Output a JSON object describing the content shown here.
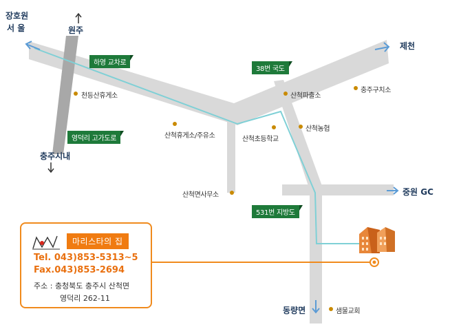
{
  "colors": {
    "road": "#d9d9d9",
    "expressway": "#a8a8a8",
    "route": "#7fd0d6",
    "arrow": "#5b9bd5",
    "road_tag": "#1e7a3a",
    "accent": "#f07b11",
    "place_dot": "#c98a00"
  },
  "directions": {
    "janghowon": "장호원",
    "seoul": "서  울",
    "wonju": "원주",
    "jecheon": "제천",
    "chungju_city": "충주시내",
    "jungwon_gc": "중원 GC",
    "dongnyang": "동량면"
  },
  "road_tags": {
    "haeyoung_bridge": "하영 교차로",
    "route38": "38번 국도",
    "yeongdeok_overpass": "영덕리 고가도로",
    "route531": "531번 지방도"
  },
  "places": {
    "cheondeung_rest": "천등산휴게소",
    "sancheok_rest_gas": "산척휴게소/주유소",
    "sancheok_school": "산척초등학교",
    "sancheok_police": "산척파출소",
    "chungju_gucheso": "충주구치소",
    "sancheok_nonghyup": "산척농협",
    "sancheok_office": "산척면사무소",
    "saemmul_church": "샘물교회"
  },
  "info": {
    "shop_name": "마리스타의 집",
    "tel": "Tel. 043)853-5313~5",
    "fax": "Fax.043)853-2694",
    "address_line1": "주소 : 충청북도 충주시 산척면",
    "address_line2": "영덕리 262-11"
  },
  "icons": [
    "building-icon",
    "location-marker-icon",
    "arrow-icon",
    "logo-icon"
  ]
}
